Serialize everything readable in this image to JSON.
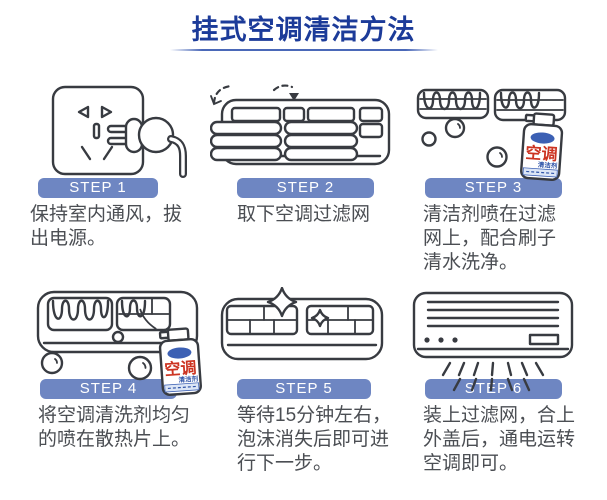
{
  "title": "挂式空调清洁方法",
  "steps": [
    {
      "label": "STEP 1",
      "caption": "保持室内通风，拔出电源。",
      "illustration": "unplug-power-socket"
    },
    {
      "label": "STEP 2",
      "caption": "取下空调过滤网",
      "illustration": "remove-ac-filter"
    },
    {
      "label": "STEP 3",
      "caption": "清洁剂喷在过滤网上，配合刷子清水洗净。",
      "illustration": "spray-cleaner-on-filter"
    },
    {
      "label": "STEP 4",
      "caption": "将空调清洗剂均匀的喷在散热片上。",
      "illustration": "spray-cleaner-on-fins"
    },
    {
      "label": "STEP 5",
      "caption": "等待15分钟左右，泡沫消失后即可进行下一步。",
      "illustration": "wait-foam-dissolve"
    },
    {
      "label": "STEP 6",
      "caption": "装上过滤网，合上外盖后，通电运转空调即可。",
      "illustration": "reinstall-filter-run-ac"
    }
  ],
  "spray_can": {
    "product_name": "空调",
    "product_type": "清洁剂"
  },
  "colors": {
    "title_blue": "#1c3b99",
    "underline_blue": "#4a68b8",
    "badge_blue": "#6e86c2",
    "caption_gray": "#4b4e53",
    "line_art": "#383b41",
    "can_label_red": "#cc3422",
    "can_label_blue": "#2f54a8"
  }
}
